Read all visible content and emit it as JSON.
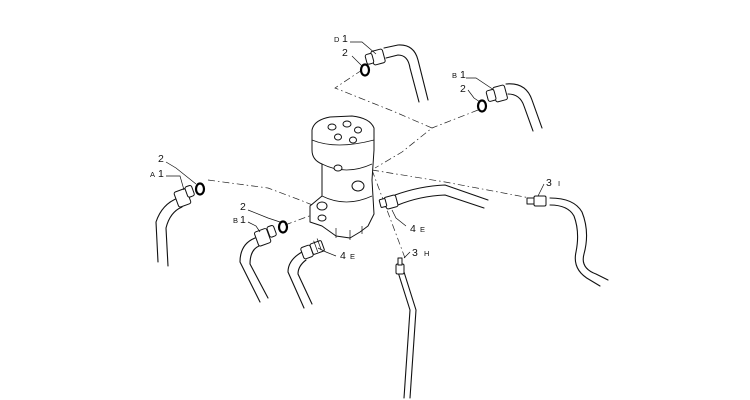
{
  "labels": {
    "d1": {
      "letter": "D",
      "number": "1"
    },
    "d2": {
      "number": "2"
    },
    "b1_top": {
      "letter": "B",
      "number": "1"
    },
    "b2_top": {
      "number": "2"
    },
    "a2": {
      "number": "2"
    },
    "a1": {
      "letter": "A",
      "number": "1"
    },
    "b2_low": {
      "number": "2"
    },
    "b1_low": {
      "letter": "B",
      "number": "1"
    },
    "e4_right": {
      "letter": "E",
      "number": "4"
    },
    "e4_low": {
      "letter": "E",
      "number": "4"
    },
    "h3": {
      "letter": "H",
      "number": "3"
    },
    "i3": {
      "letter": "I",
      "number": "3"
    }
  }
}
